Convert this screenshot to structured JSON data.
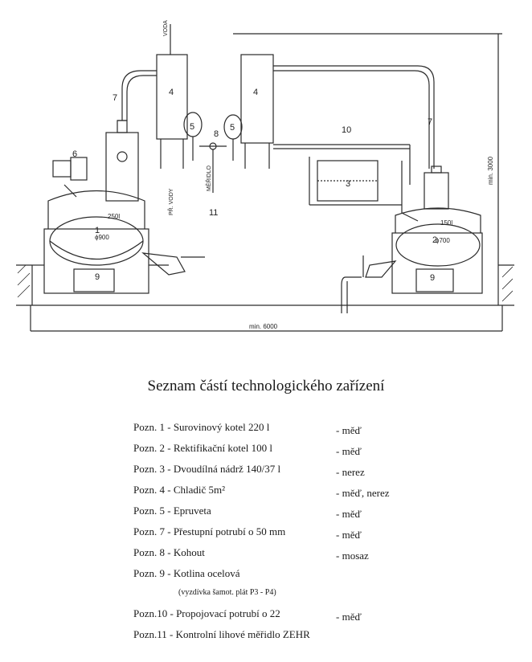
{
  "diagram": {
    "labels": {
      "voda_top": "VODA",
      "pr_voda": "PŘ. VODY",
      "meridlo": "MĚŘIDLO",
      "kotel1_l": "250l",
      "kotel1_d": "ϕ900",
      "kotel2_l": "150l",
      "kotel2_d": "ϕ700",
      "dim_width": "min. 6000",
      "dim_height": "min. 3000",
      "n1": "1",
      "n2": "2",
      "n3": "3",
      "n4a": "4",
      "n4b": "4",
      "n5a": "5",
      "n5b": "5",
      "n6": "6",
      "n7a": "7",
      "n7b": "7",
      "n8": "8",
      "n9a": "9",
      "n9b": "9",
      "n10": "10",
      "n11": "11"
    }
  },
  "list": {
    "title": "Seznam částí technologického zařízení",
    "rows": [
      {
        "label": "Pozn.  1 - Surovinový kotel 220 l",
        "material": "- měď"
      },
      {
        "label": "Pozn.  2 - Rektifikační kotel 100 l",
        "material": "- měď"
      },
      {
        "label": "Pozn.  3 - Dvoudílná nádrž 140/37 l",
        "material": "- nerez"
      },
      {
        "label": "Pozn.  4 - Chladič 5m²",
        "material": "- měď, nerez"
      },
      {
        "label": "Pozn.  5 - Epruveta",
        "material": "- měď"
      },
      {
        "label": "Pozn.  7 - Přestupní potrubí o 50 mm",
        "material": "- měď"
      },
      {
        "label": "Pozn.  8 - Kohout",
        "material": "- mosaz"
      },
      {
        "label": "Pozn.  9 - Kotlina ocelová",
        "material": ""
      },
      {
        "label": "Pozn.10 - Propojovací potrubí o 22",
        "material": "- měď"
      },
      {
        "label": "Pozn.11 - Kontrolní lihové měřidlo ZEHR",
        "material": ""
      }
    ],
    "note": "(vyzdívka šamot. plát P3 - P4)"
  }
}
